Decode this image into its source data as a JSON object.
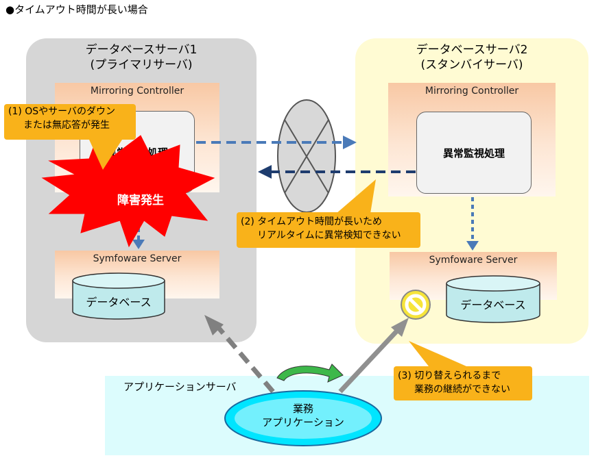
{
  "title": "●タイムアウト時間が長い場合",
  "server1": {
    "title_line1": "データベースサーバ1",
    "title_line2": "(プライマリサーバ)",
    "mirroring_controller": "Mirroring Controller",
    "monitor_process": "異常監視処理",
    "symfoware_server": "Symfoware Server",
    "database": "データベース",
    "failure": "障害発生"
  },
  "server2": {
    "title_line1": "データベースサーバ2",
    "title_line2": "(スタンバイサーバ)",
    "mirroring_controller": "Mirroring Controller",
    "monitor_process": "異常監視処理",
    "symfoware_server": "Symfoware Server",
    "database": "データベース"
  },
  "callouts": {
    "c1_line1": "(1) OSやサーバのダウン",
    "c1_line2": "または無応答が発生",
    "c2_line1": "(2) タイムアウト時間が長いため",
    "c2_line2": "リアルタイムに異常検知できない",
    "c3_line1": "(3) 切り替えられるまで",
    "c3_line2": "業務の継続ができない"
  },
  "app_server": {
    "label": "アプリケーションサーバ",
    "business_line1": "業務",
    "business_line2": "アプリケーション"
  },
  "colors": {
    "primary_box": "#d6d6d6",
    "standby_box": "#fffbd3",
    "callout": "#f9b21a",
    "failure_burst": "#ff0000",
    "app_area": "#dcfcfd",
    "db_cylinder": "#bfeaec"
  }
}
